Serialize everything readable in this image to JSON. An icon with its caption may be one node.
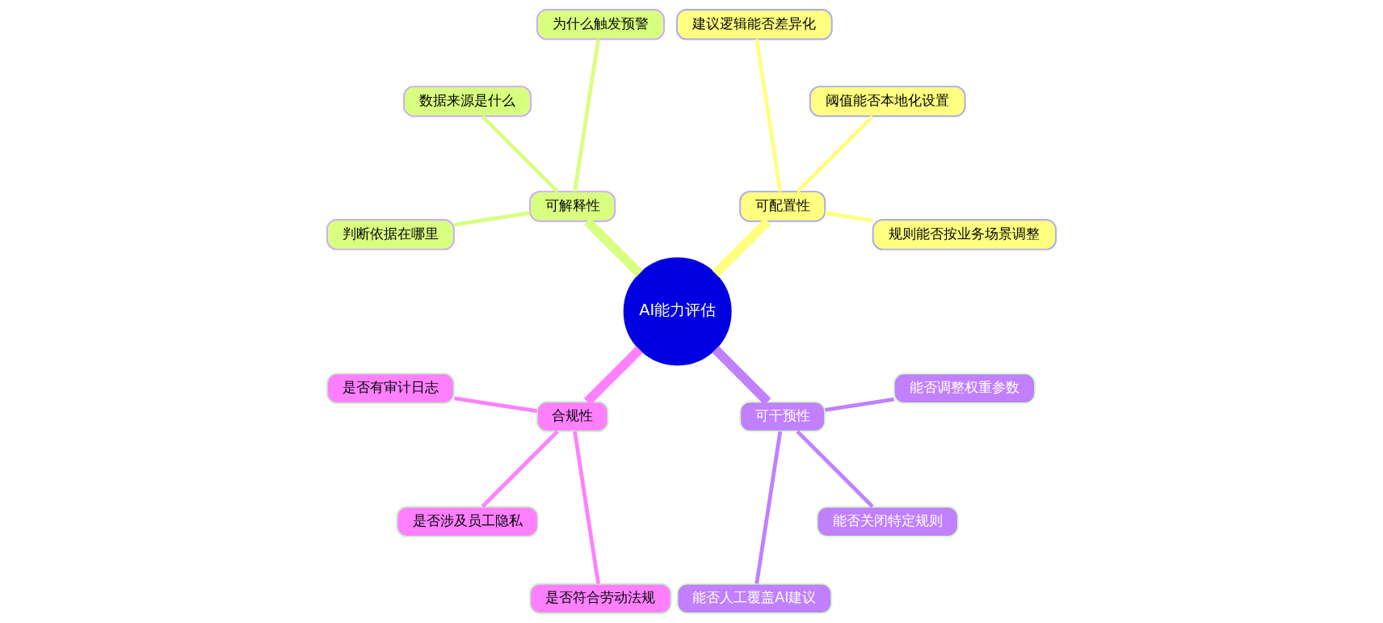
{
  "diagram": {
    "nodes": [
      {
        "text": [
          "AI能力评估"
        ]
      },
      {
        "text": [
          "可配置性"
        ]
      },
      {
        "text": [
          "规则能否按业务场景调整"
        ]
      },
      {
        "text": [
          "阈值能否本地化设置"
        ]
      },
      {
        "text": [
          "建议逻辑能否差异化"
        ]
      },
      {
        "text": [
          "可解释性"
        ]
      },
      {
        "text": [
          "为什么触发预警"
        ]
      },
      {
        "text": [
          "数据来源是什么"
        ]
      },
      {
        "text": [
          "判断依据在哪里"
        ]
      },
      {
        "text": [
          "合规性"
        ]
      },
      {
        "text": [
          "是否有审计日志"
        ]
      },
      {
        "text": [
          "是否涉及员工隐私"
        ]
      },
      {
        "text": [
          "是否符合劳动法规"
        ]
      },
      {
        "text": [
          "可干预性"
        ]
      },
      {
        "text": [
          "能否人工覆盖AI建议"
        ]
      },
      {
        "text": [
          "能否关闭特定规则"
        ]
      },
      {
        "text": [
          "能否调整权重参数"
        ]
      }
    ],
    "edges": [
      {
        "from": 0,
        "to": 1,
        "arrow": "none",
        "style": "thick",
        "color": "#ffff80"
      },
      {
        "from": 1,
        "to": 2,
        "arrow": "none",
        "color": "#ffff80"
      },
      {
        "from": 1,
        "to": 3,
        "arrow": "none",
        "color": "#ffff80"
      },
      {
        "from": 1,
        "to": 4,
        "arrow": "none",
        "color": "#ffff80"
      },
      {
        "from": 0,
        "to": 5,
        "arrow": "none",
        "style": "thick",
        "color": "#d8ff80"
      },
      {
        "from": 5,
        "to": 6,
        "arrow": "none",
        "color": "#d8ff80"
      },
      {
        "from": 5,
        "to": 7,
        "arrow": "none",
        "color": "#d8ff80"
      },
      {
        "from": 5,
        "to": 8,
        "arrow": "none",
        "color": "#d8ff80"
      },
      {
        "from": 0,
        "to": 9,
        "arrow": "none",
        "style": "thick",
        "color": "#ff80ff"
      },
      {
        "from": 9,
        "to": 10,
        "arrow": "none",
        "color": "#ff80ff"
      },
      {
        "from": 9,
        "to": 11,
        "arrow": "none",
        "color": "#ff80ff"
      },
      {
        "from": 9,
        "to": 12,
        "arrow": "none",
        "color": "#ff80ff"
      },
      {
        "from": 0,
        "to": 13,
        "arrow": "none",
        "style": "thick",
        "color": "#c080ff"
      },
      {
        "from": 13,
        "to": 14,
        "arrow": "none",
        "color": "#c080ff"
      },
      {
        "from": 13,
        "to": 15,
        "arrow": "none",
        "color": "#c080ff"
      },
      {
        "from": 13,
        "to": 16,
        "arrow": "none",
        "color": "#c080ff"
      }
    ]
  }
}
